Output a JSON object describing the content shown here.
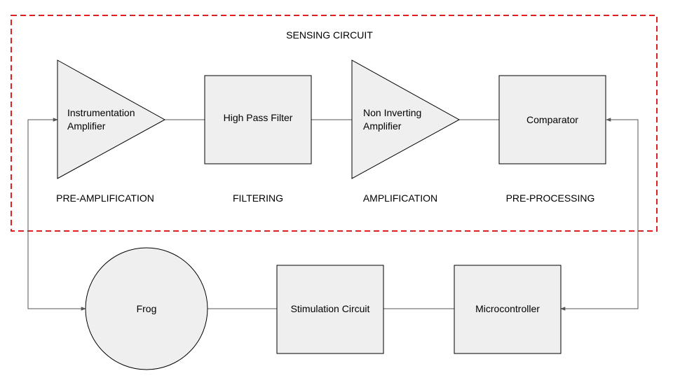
{
  "group": {
    "label": "SENSING CIRCUIT",
    "border_color": "#e02020"
  },
  "nodes": {
    "instrumentation_amplifier": {
      "line1": "Instrumentation",
      "line2": "Amplifier",
      "shape": "triangle"
    },
    "high_pass_filter": {
      "label": "High Pass Filter",
      "shape": "rectangle"
    },
    "non_inverting_amplifier": {
      "line1": "Non Inverting",
      "line2": "Amplifier",
      "shape": "triangle"
    },
    "comparator": {
      "label": "Comparator",
      "shape": "rectangle"
    },
    "microcontroller": {
      "label": "Microcontroller",
      "shape": "rectangle"
    },
    "stimulation_circuit": {
      "label": "Stimulation Circuit",
      "shape": "rectangle"
    },
    "frog": {
      "label": "Frog",
      "shape": "circle"
    }
  },
  "stages": {
    "pre_amplification": "PRE-AMPLIFICATION",
    "filtering": "FILTERING",
    "amplification": "AMPLIFICATION",
    "pre_processing": "PRE-PROCESSING"
  },
  "colors": {
    "node_fill": "#efefef",
    "stroke": "#000000",
    "connector": "#555555"
  }
}
